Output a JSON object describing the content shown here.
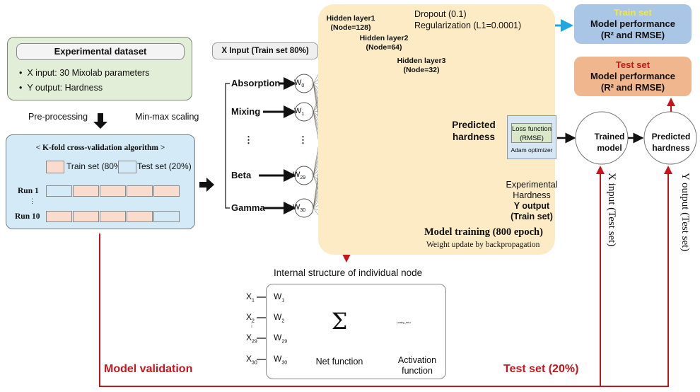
{
  "dataset": {
    "title": "Experimental dataset",
    "bullets": [
      "X input: 30 Mixolab parameters",
      "Y output: Hardness"
    ]
  },
  "preprocessing": {
    "left_label": "Pre-processing",
    "right_label": "Min-max scaling"
  },
  "kfold": {
    "title": "< K-fold cross-validation algorithm >",
    "legend_train": "Train set (80%)",
    "legend_test": "Test set (20%)",
    "runs": [
      {
        "label": "Run 1",
        "folds": [
          "test",
          "train",
          "train",
          "train",
          "train"
        ]
      },
      {
        "label": "Run 10",
        "folds": [
          "train",
          "train",
          "train",
          "train",
          "test"
        ]
      }
    ],
    "ellipsis": "⋮"
  },
  "x_input_label": "X Input (Train set 80%)",
  "features": [
    {
      "name": "Absorption",
      "weight": "W",
      "sub": "0"
    },
    {
      "name": "Mixing",
      "weight": "W",
      "sub": "1"
    },
    {
      "name": "Beta",
      "weight": "W",
      "sub": "29"
    },
    {
      "name": "Gamma",
      "weight": "W",
      "sub": "30"
    }
  ],
  "ellipsis": "⋮",
  "hidden_layers": [
    {
      "name": "Hidden layer1",
      "nodes": "(Node=128)"
    },
    {
      "name": "Hidden layer2",
      "nodes": "(Node=64)"
    },
    {
      "name": "Hidden layer3",
      "nodes": "(Node=32)"
    }
  ],
  "hyperparams": {
    "dropout": "Dropout (0.1)",
    "regularization": "Regularization (L1=0.0001)"
  },
  "predicted_hardness": "Predicted hardness",
  "loss": {
    "line1": "Loss function",
    "line2": "(RMSE)",
    "optimizer": "Adam optimizer"
  },
  "experimental": {
    "line1": "Experimental",
    "line2": "Hardness",
    "line3": "Y output",
    "line4": "(Train set)"
  },
  "training": {
    "title": "Model training (800 epoch)",
    "subtitle": "Weight update by backpropagation"
  },
  "train_perf": {
    "tag": "Train set",
    "line1": "Model performance",
    "line2": "(R² and RMSE)"
  },
  "test_perf": {
    "tag": "Test set",
    "line1": "Model performance",
    "line2": "(R² and RMSE)"
  },
  "trained_model": "Trained model",
  "predicted_hardness_2": "Predicted hardness",
  "x_input_test": "X input (Test set)",
  "y_output_test": "Y output (Test set)",
  "node_structure": {
    "title": "Internal structure of individual node",
    "inputs": [
      {
        "x": "X",
        "xs": "1",
        "w": "W",
        "ws": "1"
      },
      {
        "x": "X",
        "xs": "2",
        "w": "W",
        "ws": "2"
      },
      {
        "x": "X",
        "xs": "29",
        "w": "W",
        "ws": "29"
      },
      {
        "x": "X",
        "xs": "30",
        "w": "W",
        "ws": "30"
      }
    ],
    "sigma": "Σ",
    "net_function": "Net function",
    "activation_line1": "Activation",
    "activation_line2": "function",
    "activation_plot_label": "Leaky_relu"
  },
  "model_validation": "Model validation",
  "test_set_label": "Test set (20%)",
  "colors": {
    "red": "#c4161c",
    "blue_arrow": "#1ea7e1",
    "train_tag": "#f1e93a",
    "test_tag": "#c4161c",
    "panel": "#fcebc5"
  }
}
